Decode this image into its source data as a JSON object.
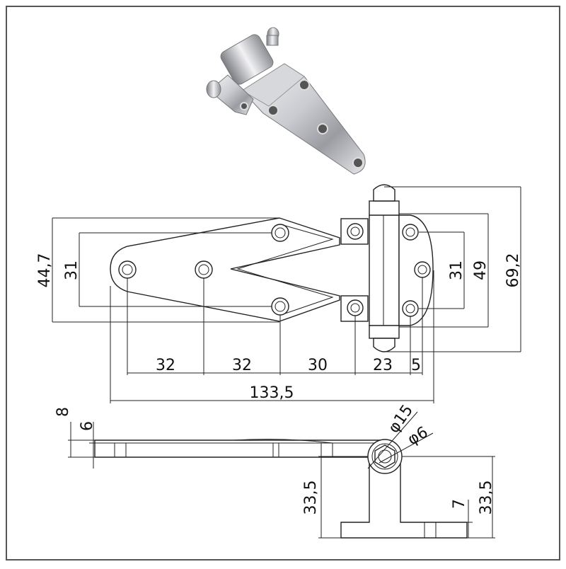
{
  "drawing": {
    "top_view": {
      "overall_height_plate": "44,7",
      "hole_spacing_vertical_left": "31",
      "hole_spacing_vertical_right": "31",
      "hinge_height": "49",
      "total_height": "69,2",
      "spacing_1": "32",
      "spacing_2": "32",
      "spacing_3": "30",
      "spacing_4": "23",
      "spacing_5": "5",
      "overall_length": "133,5"
    },
    "side_view": {
      "plate_thickness_outer": "8",
      "plate_thickness_inner": "6",
      "pin_outer_diameter": "φ15",
      "pin_inner_diameter": "φ6",
      "leg_height_left": "33,5",
      "foot_thickness": "7",
      "leg_height_right": "33,5"
    }
  },
  "colors": {
    "border": "#555555",
    "line": "#222222",
    "metal_light": "#e8e8ea",
    "metal_dark": "#8a8c92"
  }
}
